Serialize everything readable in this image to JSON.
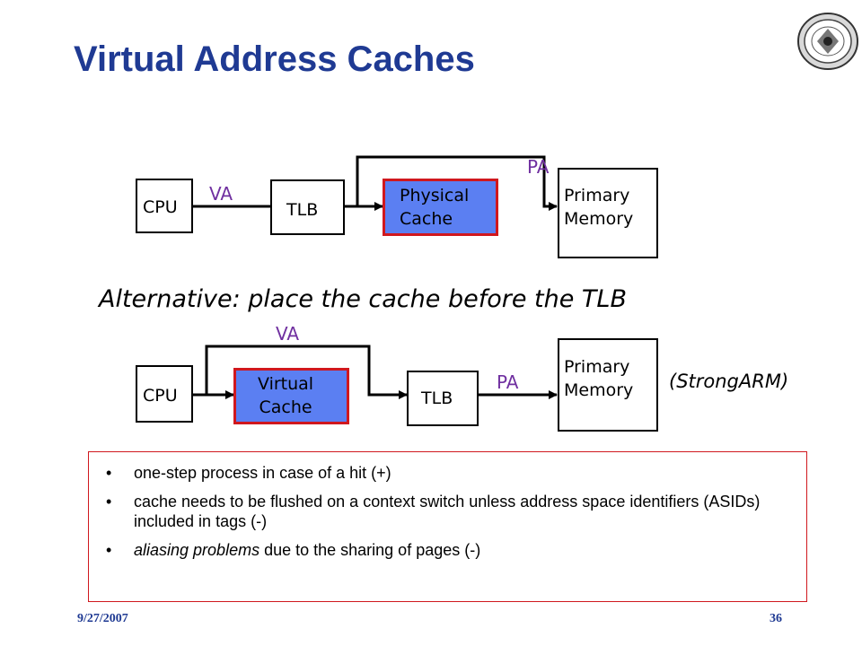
{
  "slide": {
    "title": "Virtual Address Caches",
    "date": "9/27/2007",
    "page_number": "36",
    "logo": "university-seal"
  },
  "diagram1": {
    "cpu": "CPU",
    "tlb": "TLB",
    "cache": "Physical\nCache",
    "memory": "Primary\nMemory",
    "va_label": "VA",
    "pa_label": "PA"
  },
  "alternative_caption": "Alternative: place the cache before the TLB",
  "diagram2": {
    "cpu": "CPU",
    "cache": "Virtual\nCache",
    "tlb": "TLB",
    "memory": "Primary\nMemory",
    "va_label": "VA",
    "pa_label": "PA",
    "note": "(StrongARM)"
  },
  "bullets": [
    {
      "bullet": "•",
      "pre": "",
      "em": "",
      "text": "one-step process in case of a hit (+)"
    },
    {
      "bullet": "•",
      "pre": "",
      "em": "",
      "text": "cache needs to be flushed on a context switch unless address space identifiers (ASIDs) included in tags (-)"
    },
    {
      "bullet": "•",
      "pre": "",
      "em": "aliasing problems",
      "text": " due to the sharing of pages (-)"
    }
  ],
  "colors": {
    "title": "#1f3a93",
    "label_purple": "#7030a0",
    "cache_fill": "#5b7ff2",
    "cache_border": "#d0181e",
    "notes_border": "#d0181e"
  }
}
